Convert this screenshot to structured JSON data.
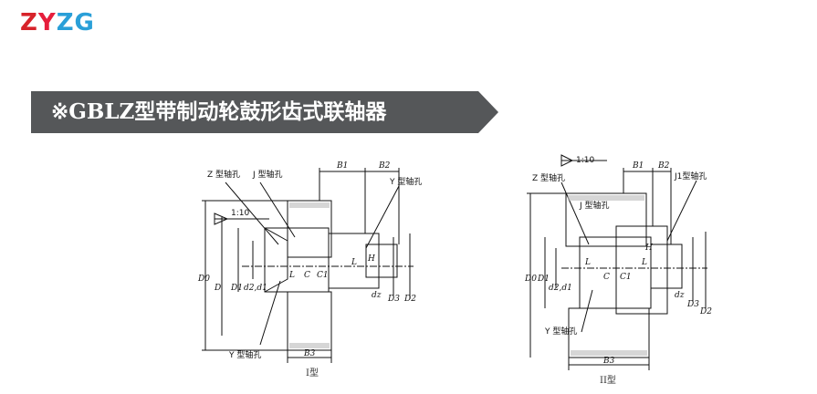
{
  "logo": {
    "letters": [
      "Z",
      "Y",
      "Z",
      "G"
    ],
    "colors": [
      "#d7232a",
      "#e61e3c",
      "#2a9fd8",
      "#2a9fd8"
    ]
  },
  "banner": {
    "title": "※GBLZ型带制动轮鼓形齿式联轴器",
    "bg": "#555759"
  },
  "figure1": {
    "caption": "I型",
    "labels": {
      "z_hole": "Z 型轴孔",
      "j_hole": "J 型轴孔",
      "y_hole_top": "Y 型轴孔",
      "y_hole_bottom": "Y 型轴孔",
      "taper": "1:10",
      "b1": "B1",
      "b2": "B2",
      "b3": "B3",
      "d0": "D0",
      "d": "D",
      "d1": "D1",
      "d2d1": "d2,d1",
      "dz": "dz",
      "d3": "D3",
      "d2": "D2",
      "h": "H",
      "l_left": "L",
      "l_right": "L",
      "c": "C",
      "c1": "C1"
    }
  },
  "figure2": {
    "caption": "II型",
    "labels": {
      "z_hole": "Z 型轴孔",
      "j_hole": "J 型轴孔",
      "j1_hole": "J1型轴孔",
      "y_hole": "Y 型轴孔",
      "taper": "1:10",
      "b1": "B1",
      "b2": "B2",
      "b3": "B3",
      "d0": "D0",
      "d1": "D1",
      "d2d1": "d2,d1",
      "dz": "dz",
      "d3": "D3",
      "d2": "D2",
      "h": "H",
      "l_left": "L",
      "l_right": "L",
      "c": "C",
      "c1": "C1"
    }
  }
}
